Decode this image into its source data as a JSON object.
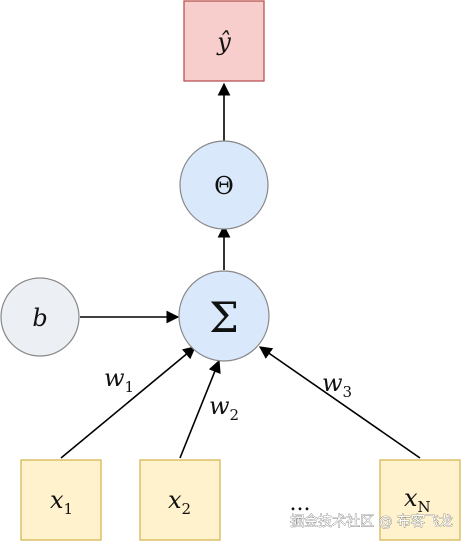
{
  "nodes": {
    "output": {
      "label": "ŷ"
    },
    "activation": {
      "label": "Θ"
    },
    "sum": {
      "label": "Σ"
    },
    "bias": {
      "label": "b"
    }
  },
  "inputs": [
    {
      "base": "x",
      "sub": "1"
    },
    {
      "base": "x",
      "sub": "2"
    },
    {
      "base": "x",
      "sub": "N"
    }
  ],
  "ellipsis": "...",
  "weights": [
    {
      "base": "w",
      "sub": "1"
    },
    {
      "base": "w",
      "sub": "2"
    },
    {
      "base": "w",
      "sub": "3"
    }
  ],
  "watermark": "掘金技术社区 @ 布客飞龙",
  "colors": {
    "output_fill": "#f8cecc",
    "output_stroke": "#b85450",
    "circle_fill": "#dae8fc",
    "bias_fill": "#eceff4",
    "input_fill": "#fff2cc",
    "input_stroke": "#d6b656"
  }
}
